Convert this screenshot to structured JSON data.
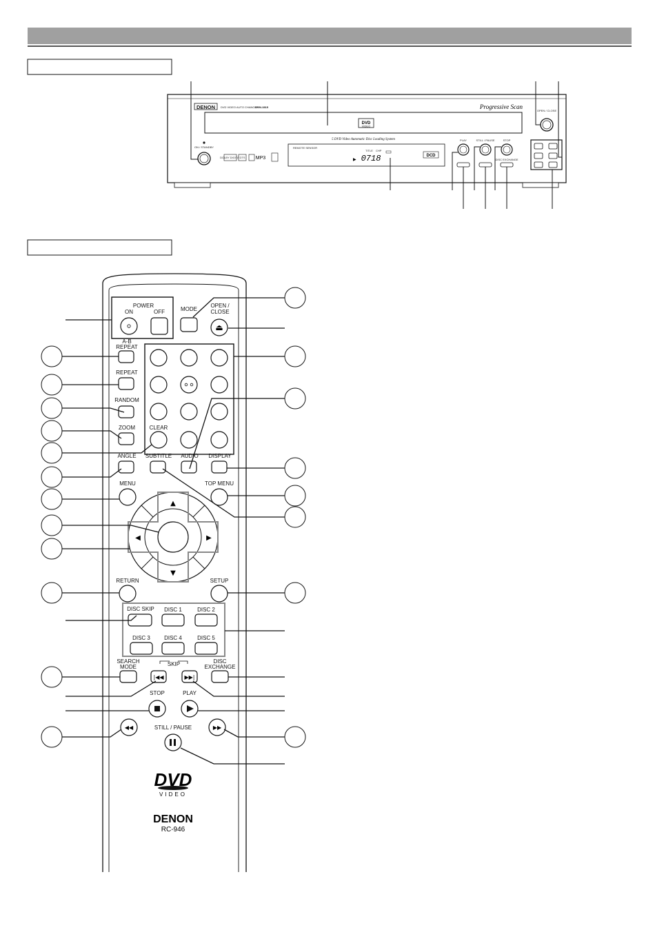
{
  "front_panel": {
    "brand": "DENON",
    "model_line": "DVD VIDEO AUTO CHANGER",
    "model": "DVM-3815",
    "progressive": "Progressive Scan",
    "tray_system": "5 DVD Video Automatic Disc Loading System",
    "dvd_logo": "DVD",
    "dvd_logo_sub": "VIDEO",
    "standby_label": "ON / STANDBY",
    "open_close": "OPEN / CLOSE",
    "display_caption": "REMOTE SENSOR",
    "display_title_tag": "TITLE",
    "display_chapter_tag": "CHP",
    "display_reading": "0718",
    "display_play_mark": "▶",
    "dvd_badge": "DCD",
    "play": "PLAY",
    "still_pause": "STILL / PAUSE",
    "stop": "STOP",
    "disc_exchange": "DISC EXCHANGE",
    "logos": [
      "DOLBY DIGITAL",
      "DTS",
      "MP3"
    ]
  },
  "remote": {
    "power": "POWER",
    "on": "ON",
    "off": "OFF",
    "mode": "MODE",
    "open_close_1": "OPEN /",
    "open_close_2": "CLOSE",
    "ab_repeat_1": "A-B",
    "ab_repeat_2": "REPEAT",
    "repeat": "REPEAT",
    "random": "RANDOM",
    "zoom": "ZOOM",
    "clear": "CLEAR",
    "angle": "ANGLE",
    "subtitle": "SUBTITLE",
    "audio": "AUDIO",
    "display": "DISPLAY",
    "menu": "MENU",
    "top_menu": "TOP MENU",
    "return": "RETURN",
    "setup": "SETUP",
    "disc_skip": "DISC SKIP",
    "discs": [
      "DISC 1",
      "DISC 2",
      "DISC 3",
      "DISC 4",
      "DISC 5"
    ],
    "search_mode_1": "SEARCH",
    "search_mode_2": "MODE",
    "skip": "SKIP",
    "disc_exchange_1": "DISC",
    "disc_exchange_2": "EXCHANGE",
    "stop": "STOP",
    "play": "PLAY",
    "still_pause": "STILL / PAUSE",
    "dvd_logo": "DVD",
    "dvd_logo_sub": "VIDEO",
    "brand": "DENON",
    "model": "RC-946",
    "arrow_up": "▲",
    "arrow_down": "▼",
    "arrow_left": "◀",
    "arrow_right": "▶",
    "eject_symbol": "⏏"
  }
}
